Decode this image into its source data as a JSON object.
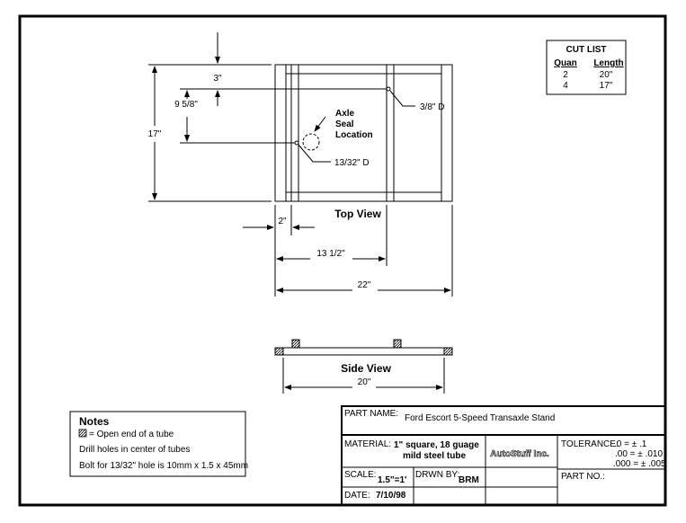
{
  "drawing": {
    "cut_list": {
      "title": "CUT LIST",
      "col_quan": "Quan",
      "col_length": "Length",
      "rows": [
        {
          "quan": "2",
          "length": "20\""
        },
        {
          "quan": "4",
          "length": "17\""
        }
      ]
    },
    "top_view": {
      "label": "Top View",
      "dim_3": "3\"",
      "dim_9_5_8": "9 5/8\"",
      "dim_17": "17\"",
      "dim_2": "2\"",
      "dim_13_1_2": "13 1/2\"",
      "dim_22": "22\"",
      "hole_3_8": "3/8\" D",
      "hole_13_32": "13/32\" D",
      "axle_seal_line1": "Axle",
      "axle_seal_line2": "Seal",
      "axle_seal_line3": "Location"
    },
    "side_view": {
      "label": "Side View",
      "dim_20": "20\""
    },
    "notes": {
      "title": "Notes",
      "legend": "= Open end of a tube",
      "line1": "Drill holes in center of tubes",
      "line2": "Bolt for 13/32\" hole is 10mm x 1.5 x 45mm"
    },
    "title_block": {
      "part_name_label": "PART NAME:",
      "part_name": "Ford Escort 5-Speed Transaxle Stand",
      "material_label": "MATERIAL:",
      "material_line1": "1\" square, 18 guage",
      "material_line2": "mild steel tube",
      "company": "AutoStuff Inc.",
      "tolerance_label": "TOLERANCE:",
      "tol1": ".0 = ± .1",
      "tol2": ".00 = ± .010",
      "tol3": ".000 = ± .005",
      "scale_label": "SCALE:",
      "scale": "1.5\"=1'",
      "drawn_by_label": "DRWN BY:",
      "drawn_by": "BRM",
      "date_label": "DATE:",
      "date": "7/10/98",
      "part_no_label": "PART NO.:"
    }
  }
}
